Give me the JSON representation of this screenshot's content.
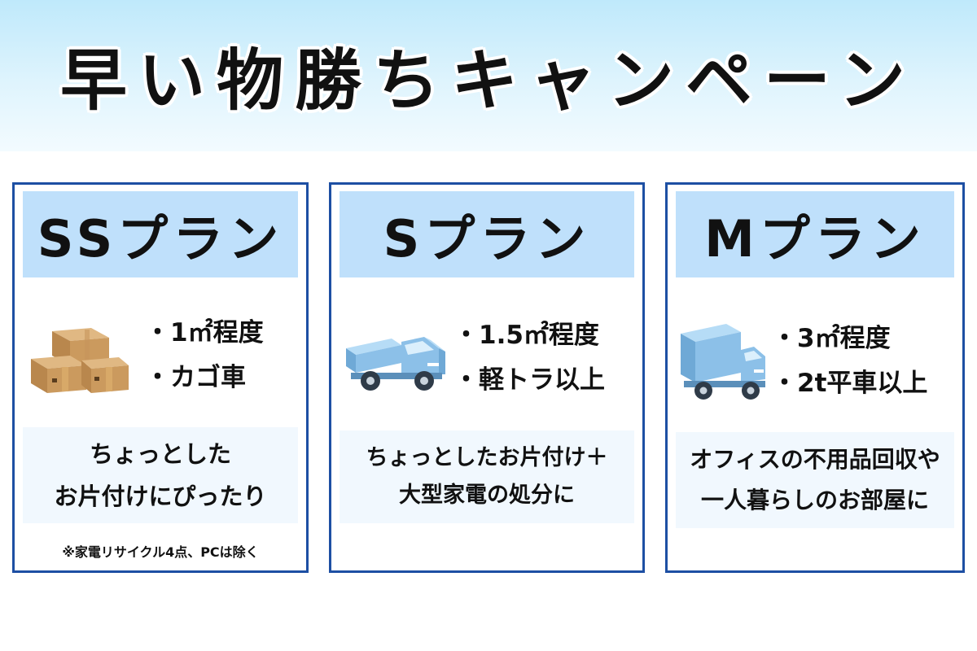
{
  "title": "早い物勝ちキャンペーン",
  "plans": [
    {
      "name": "SSプラン",
      "icon": "cardboard-boxes-icon",
      "specs": [
        "・1㎡程度",
        "・カゴ車"
      ],
      "description": [
        "ちょっとした",
        "お片付けにぴったり"
      ],
      "note": "※家電リサイクル4点、PCは除く"
    },
    {
      "name": "Sプラン",
      "icon": "light-truck-icon",
      "specs": [
        "・1.5㎡程度",
        "・軽トラ以上"
      ],
      "description": [
        "ちょっとしたお片付け＋",
        "大型家電の処分に"
      ]
    },
    {
      "name": "Mプラン",
      "icon": "box-truck-icon",
      "specs": [
        "・3㎡程度",
        "・2t平車以上"
      ],
      "description": [
        "オフィスの不用品回収や",
        "一人暮らしのお部屋に"
      ]
    }
  ],
  "colors": {
    "card_border": "#1d4fa3",
    "plan_title_bg": "#bfe0fb",
    "description_bg": "#f1f8fe",
    "header_bg": "#bfe9fb"
  }
}
